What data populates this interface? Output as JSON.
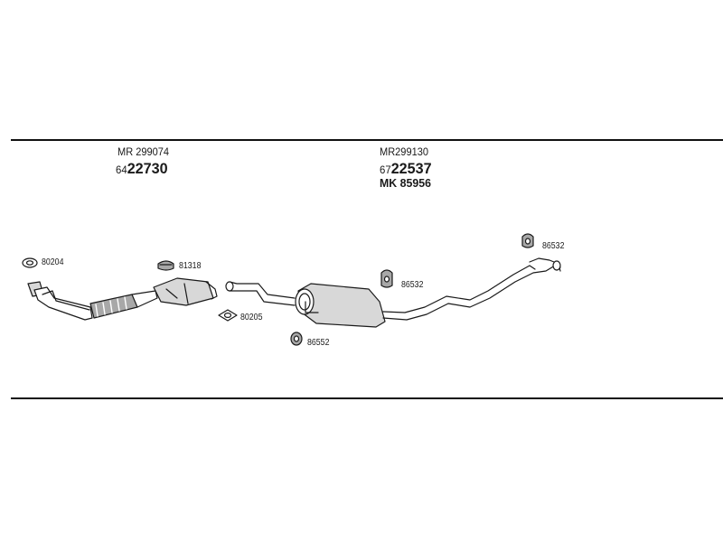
{
  "front_section": {
    "ref_code": "MR 299074",
    "big_prefix": "64",
    "big_number": "22730"
  },
  "rear_section": {
    "ref_code": "MR299130",
    "big_prefix": "67",
    "big_number": "22537",
    "alt_code": "MK  85956"
  },
  "parts": {
    "gasket_front": "80204",
    "clamp": "81318",
    "gasket_mid": "80205",
    "hanger_rear": "86532",
    "hanger_mid": "86532",
    "rubber_ring": "86552"
  },
  "colors": {
    "line": "#1a1a1a",
    "fill_light": "#d8d8d8",
    "fill_mid": "#a8a8a8"
  }
}
